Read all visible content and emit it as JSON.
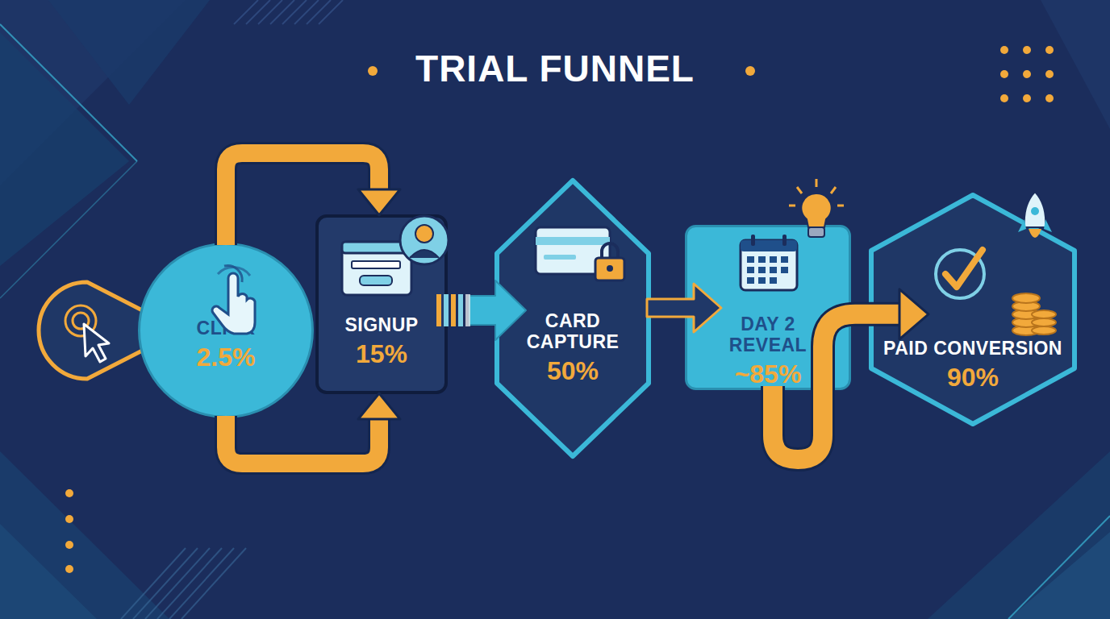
{
  "diagram": {
    "title": "TRIAL FUNNEL",
    "nodes": [
      {
        "text": [
          "CLICK",
          "2.5%"
        ]
      },
      {
        "text": [
          "SIGNUP",
          "15%"
        ]
      },
      {
        "text": [
          "CARD CAPTURE",
          "50%"
        ]
      },
      {
        "text": [
          "DAY 2 REVEAL",
          "~85%"
        ]
      },
      {
        "text": [
          "PAID CONVERSION",
          "90%"
        ]
      }
    ],
    "edges": [
      {
        "from": 0,
        "to": 1,
        "arrow": "to"
      },
      {
        "from": 0,
        "to": 1,
        "arrow": "to"
      },
      {
        "from": 1,
        "to": 2,
        "arrow": "to"
      },
      {
        "from": 2,
        "to": 3,
        "arrow": "to"
      },
      {
        "from": 3,
        "to": 4,
        "arrow": "to"
      }
    ]
  }
}
